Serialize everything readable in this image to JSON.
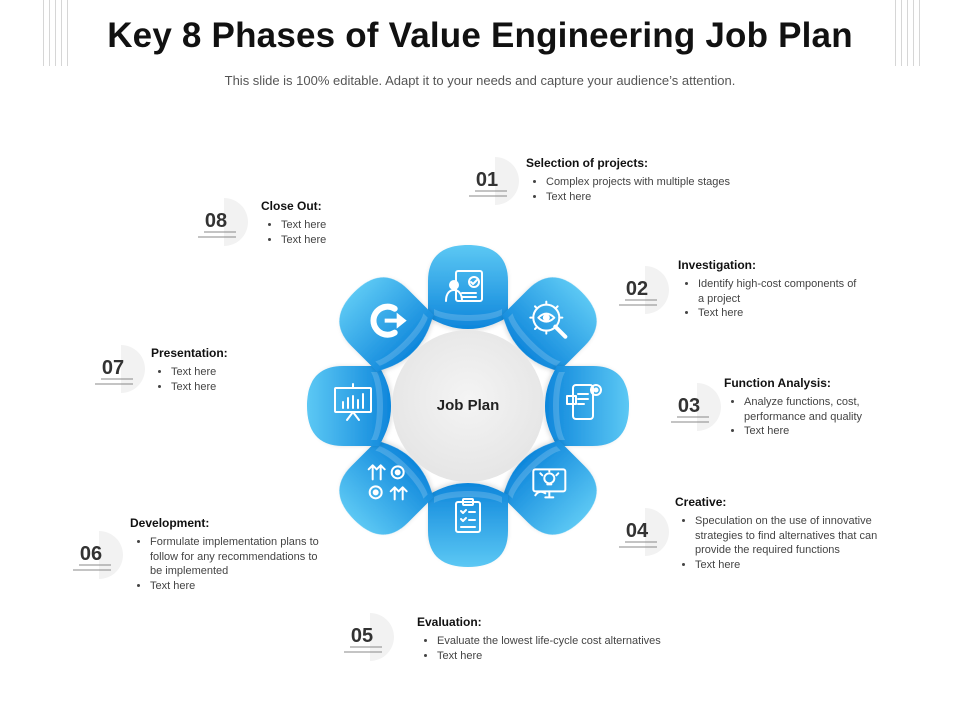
{
  "title": "Key 8 Phases of Value Engineering Job Plan",
  "subtitle": "This slide is 100% editable. Adapt it to your needs and capture your audience’s attention.",
  "center_label": "Job Plan",
  "colors": {
    "accent_light": "#5cc8f4",
    "accent_dark": "#0e86db",
    "center_fill": "#ececec",
    "number_bg": "#f2f2f2"
  },
  "phases": [
    {
      "number": "01",
      "title": "Selection of projects:",
      "icon": "checklist-person-icon",
      "bullets": [
        "Complex projects with multiple stages",
        "Text here"
      ]
    },
    {
      "number": "02",
      "title": "Investigation:",
      "icon": "magnifier-eye-icon",
      "bullets": [
        "Identify high-cost components of a project",
        "Text here"
      ]
    },
    {
      "number": "03",
      "title": "Function Analysis:",
      "icon": "mobile-gear-icon",
      "bullets": [
        "Analyze functions, cost, performance and quality",
        "Text here"
      ]
    },
    {
      "number": "04",
      "title": "Creative:",
      "icon": "monitor-bulb-icon",
      "bullets": [
        "Speculation on the use of innovative strategies to find alternatives that can provide the required functions",
        "Text here"
      ]
    },
    {
      "number": "05",
      "title": "Evaluation:",
      "icon": "clipboard-list-icon",
      "bullets": [
        "Evaluate the lowest life-cycle cost alternatives",
        "Text here"
      ]
    },
    {
      "number": "06",
      "title": "Development:",
      "icon": "arrows-gears-icon",
      "bullets": [
        "Formulate implementation plans to follow for any recommendations to be implemented",
        "Text here"
      ]
    },
    {
      "number": "07",
      "title": "Presentation:",
      "icon": "presentation-board-icon",
      "bullets": [
        "Text here",
        "Text here"
      ]
    },
    {
      "number": "08",
      "title": "Close Out:",
      "icon": "cycle-arrow-icon",
      "bullets": [
        "Text here",
        "Text here"
      ]
    }
  ]
}
